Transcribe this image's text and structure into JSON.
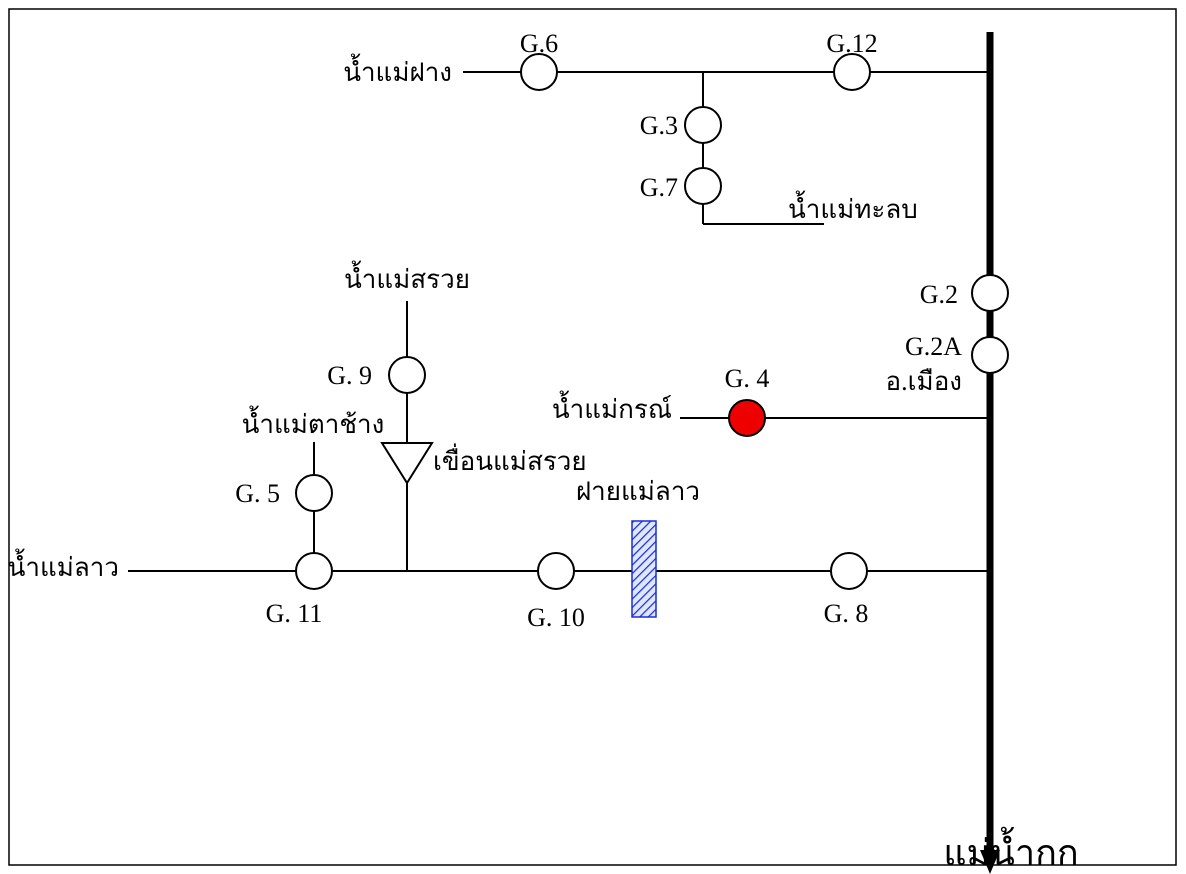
{
  "rivers": {
    "mae_kok": "แม่น้ำกก",
    "mae_fang": "น้ำแม่ฝาง",
    "mae_thalop": "น้ำแม่ทะลบ",
    "mae_suai": "น้ำแม่สรวย",
    "mae_ta_chang": "น้ำแม่ตาช้าง",
    "mae_lao": "น้ำแม่ลาว",
    "mae_kon": "น้ำแม่กรณ์"
  },
  "structures": {
    "mae_suai_dam": "เขื่อนแม่สรวย",
    "mae_lao_weir": "ฝายแม่ลาว"
  },
  "stations": {
    "g6": "G.6",
    "g12": "G.12",
    "g3": "G.3",
    "g7": "G.7",
    "g2": "G.2",
    "g2a": "G.2A",
    "g2a_sub": "อ.เมือง",
    "g4": "G. 4",
    "g9": "G. 9",
    "g5": "G. 5",
    "g11": "G. 11",
    "g10": "G. 10",
    "g8": "G. 8"
  },
  "colors": {
    "highlight_station": "#ee0000",
    "weir_hatch": "#1a2fd6",
    "weir_fill": "#dfe6ff"
  }
}
